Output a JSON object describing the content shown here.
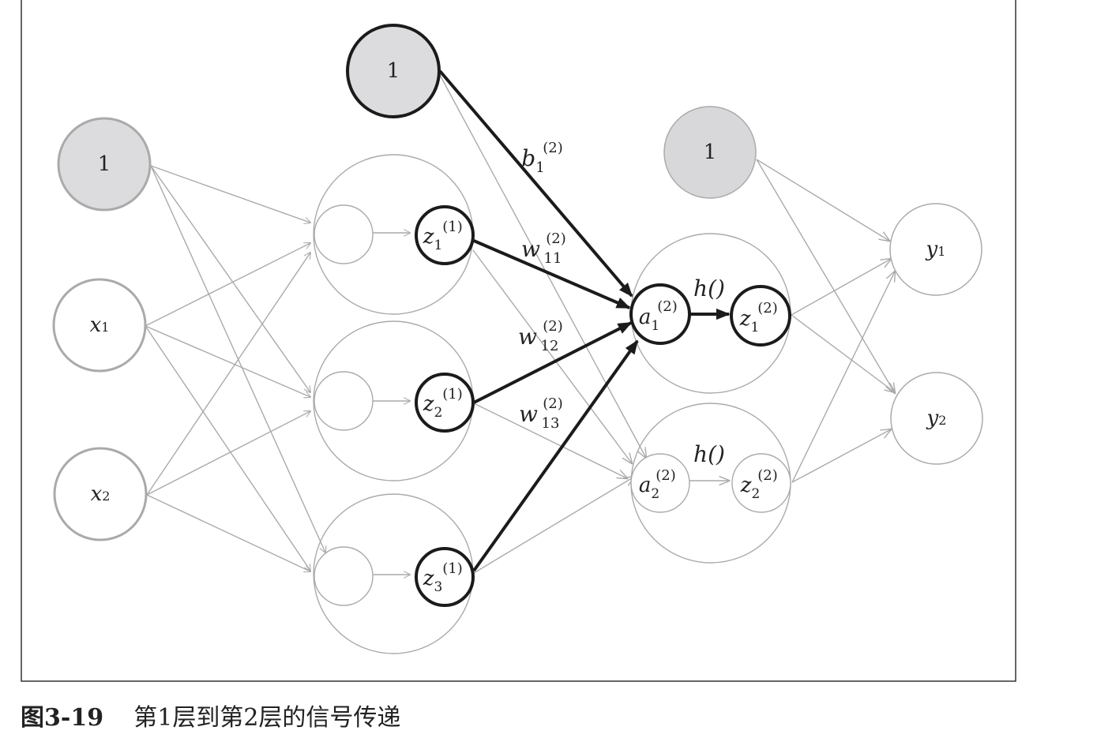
{
  "caption": {
    "figure_label": "图3-19",
    "text": "第1层到第2层的信号传递"
  },
  "colors": {
    "bias_fill": "#dcdcde",
    "bias_fill_right": "#d8d8da",
    "gray_stroke": "#aaaaaa",
    "dark_stroke": "#1b1b1b",
    "frame": "#333333"
  },
  "input_layer": {
    "bias": {
      "label": "1"
    },
    "x1": {
      "var": "x",
      "sub": "1"
    },
    "x2": {
      "var": "x",
      "sub": "2"
    }
  },
  "layer1": {
    "bias": {
      "label": "1"
    },
    "z1": {
      "var": "z",
      "sub": "1",
      "sup": "(1)"
    },
    "z2": {
      "var": "z",
      "sub": "2",
      "sup": "(1)"
    },
    "z3": {
      "var": "z",
      "sub": "3",
      "sup": "(1)"
    }
  },
  "weights": {
    "b1": {
      "var": "b",
      "sub": "1",
      "sup": "(2)"
    },
    "w11": {
      "var": "w",
      "sub": "11",
      "sup": "(2)"
    },
    "w12": {
      "var": "w",
      "sub": "12",
      "sup": "(2)"
    },
    "w13": {
      "var": "w",
      "sub": "13",
      "sup": "(2)"
    }
  },
  "layer2": {
    "bias": {
      "label": "1"
    },
    "a1": {
      "var": "a",
      "sub": "1",
      "sup": "(2)"
    },
    "z1": {
      "var": "z",
      "sub": "1",
      "sup": "(2)"
    },
    "a2": {
      "var": "a",
      "sub": "2",
      "sup": "(2)"
    },
    "z2": {
      "var": "z",
      "sub": "2",
      "sup": "(2)"
    },
    "h1": "h()",
    "h2": "h()"
  },
  "output_layer": {
    "y1": {
      "var": "y",
      "sub": "1"
    },
    "y2": {
      "var": "y",
      "sub": "2"
    }
  }
}
